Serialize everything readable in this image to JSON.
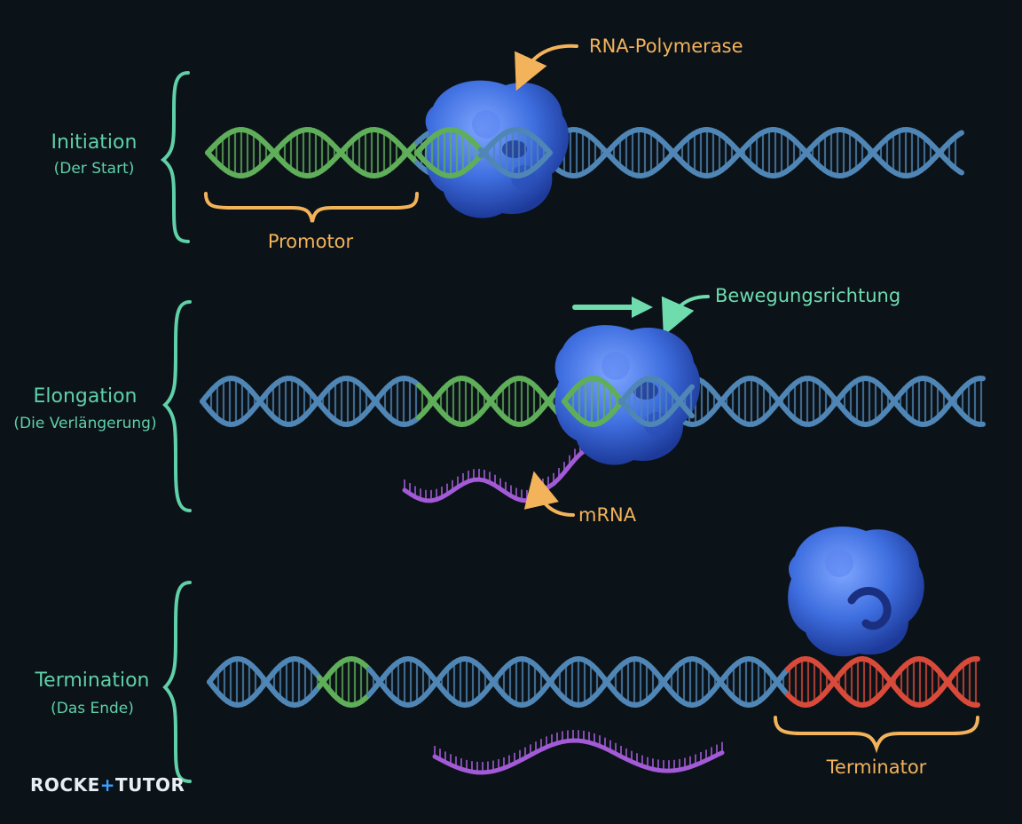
{
  "stages": [
    {
      "title": "Initiation",
      "subtitle": "(Der Start)"
    },
    {
      "title": "Elongation",
      "subtitle": "(Die Verlängerung)"
    },
    {
      "title": "Termination",
      "subtitle": "(Das Ende)"
    }
  ],
  "labels": {
    "polymerase": "RNA-Polymerase",
    "promoter": "Promotor",
    "direction": "Bewegungsrichtung",
    "mrna": "mRNA",
    "terminator": "Terminator"
  },
  "logo": {
    "left": "ROCKE",
    "mid": "+",
    "right": "TUTOR"
  },
  "colors": {
    "dna": "#4f86b5",
    "promoter": "#5fae5a",
    "terminator": "#d84a3a",
    "mrna": "#a25ad6",
    "polymerase": "#3f6fe0",
    "bracket_green": "#5fd0a8",
    "bracket_orange": "#f2b35a",
    "logo_accent": "#3aa0ff"
  }
}
